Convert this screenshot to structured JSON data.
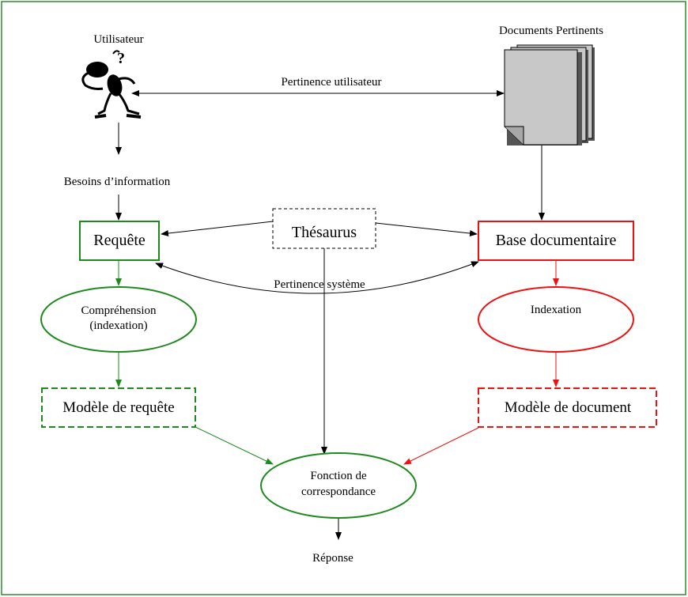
{
  "figure": {
    "utilisateur_label": "Utilisateur",
    "documents_label": "Documents Pertinents",
    "pertinence_utilisateur": "Pertinence utilisateur",
    "besoins_label": "Besoins d’information",
    "requete_label": "Requête",
    "thesaurus_label": "Thésaurus",
    "base_label": "Base documentaire",
    "pertinence_systeme": "Pertinence système",
    "comprehension_line1": "Compréhension",
    "comprehension_line2": "(indexation)",
    "indexation_label": "Indexation",
    "modele_requete_label": "Modèle de requête",
    "modele_document_label": "Modèle de document",
    "fonction_line1": "Fonction de",
    "fonction_line2": "correspondance",
    "reponse_label": "Réponse"
  },
  "colors": {
    "frame": "#2e8b2e",
    "query_side": "#1e8a1e",
    "document_side": "#ee1111",
    "neutral": "#000000",
    "document_fill": "#c8c8c8"
  },
  "icons": {
    "user": "thinking-person-icon",
    "documents": "document-stack-icon"
  }
}
